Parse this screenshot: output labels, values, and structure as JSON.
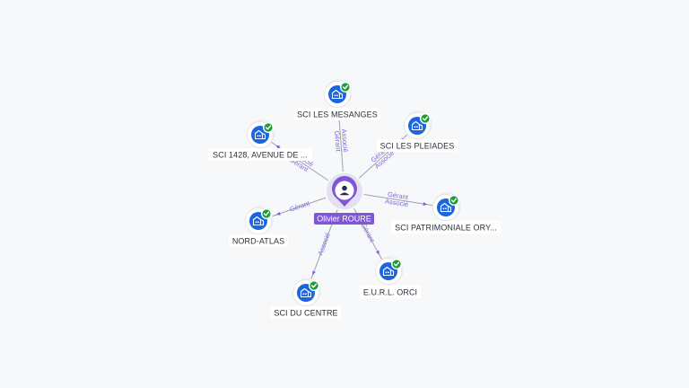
{
  "center": {
    "name": "Olivier ROURE",
    "icon": "person-icon",
    "accent": "#7f56d9"
  },
  "companies": [
    {
      "name": "SCI LES MESANGES",
      "roles": [
        "Gérant",
        "Associé"
      ],
      "icon": "building-icon",
      "verified": true
    },
    {
      "name": "SCI LES PLEIADES",
      "roles": [
        "Gérant",
        "Associé"
      ],
      "icon": "building-icon",
      "verified": true
    },
    {
      "name": "SCI PATRIMONIALE ORY...",
      "roles": [
        "Gérant",
        "Associé"
      ],
      "icon": "building-icon",
      "verified": true
    },
    {
      "name": "E.U.R.L. ORCI",
      "roles": [
        "Gérant"
      ],
      "icon": "building-icon",
      "verified": true
    },
    {
      "name": "SCI DU CENTRE",
      "roles": [
        "Associé"
      ],
      "icon": "building-icon",
      "verified": true
    },
    {
      "name": "NORD-ATLAS",
      "roles": [
        "Gérant"
      ],
      "icon": "building-icon",
      "verified": true
    },
    {
      "name": "SCI 1428, AVENUE DE ...",
      "roles": [
        "Gérant",
        "Associé"
      ],
      "icon": "building-icon",
      "verified": true
    }
  ],
  "colors": {
    "company": "#1a66e0",
    "verified": "#1f9d3c",
    "edge_label": "#7c6ad8"
  }
}
